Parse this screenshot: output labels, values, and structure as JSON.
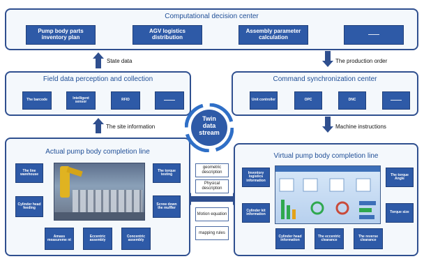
{
  "top": {
    "title": "Computational decision center",
    "boxes": [
      "Pump body parts inventory plan",
      "AGV logistics distribution",
      "Assembly parameter calculation",
      "——"
    ]
  },
  "field": {
    "title": "Field data perception and collection",
    "boxes": [
      "The barcode",
      "Intelligent sensor",
      "RFID",
      "——"
    ]
  },
  "command": {
    "title": "Command synchronization center",
    "boxes": [
      "Unit controller",
      "OPC",
      "DNC",
      "——"
    ]
  },
  "labels": {
    "state_data": "State data",
    "production_order": "The production order",
    "site_information": "The site information",
    "machine_instructions": "Machine instructions"
  },
  "twin": {
    "line1": "Twin",
    "line2": "data",
    "line3": "stream"
  },
  "actual": {
    "title": "Actual pump body completion line",
    "boxes": {
      "line_warehouse": "The line warehouse",
      "cylinder_head_feeding": "Cylinder head feeding",
      "torque_testing": "The torque testing",
      "screw_down_muffler": "Screw down the muffler",
      "amass_measurement": "Amass measureme nt",
      "eccentric_assembly": "Eccentric assembly",
      "concentric_assembly": "Concentric assembly"
    }
  },
  "middle": [
    "geometric description",
    "Physical description",
    "Motion equation",
    "mapping rules"
  ],
  "virtual": {
    "title": "Virtual pump body completion line",
    "boxes": {
      "inventory_logistics": "Inventory logistics information",
      "cylinder_kit": "Cylinder kit information",
      "torque_angle": "The torque Angle",
      "torque_size": "Torque size",
      "cylinder_head_info": "Cylinder head information",
      "eccentric_clearance": "The eccentric clearance",
      "reverse_clearance": "The reverse clearance"
    }
  },
  "colors": {
    "panel_border": "#2f4f8f",
    "box_fill": "#2e5aa7",
    "title_text": "#1f4e96",
    "arrow": "#2f4f8f"
  }
}
